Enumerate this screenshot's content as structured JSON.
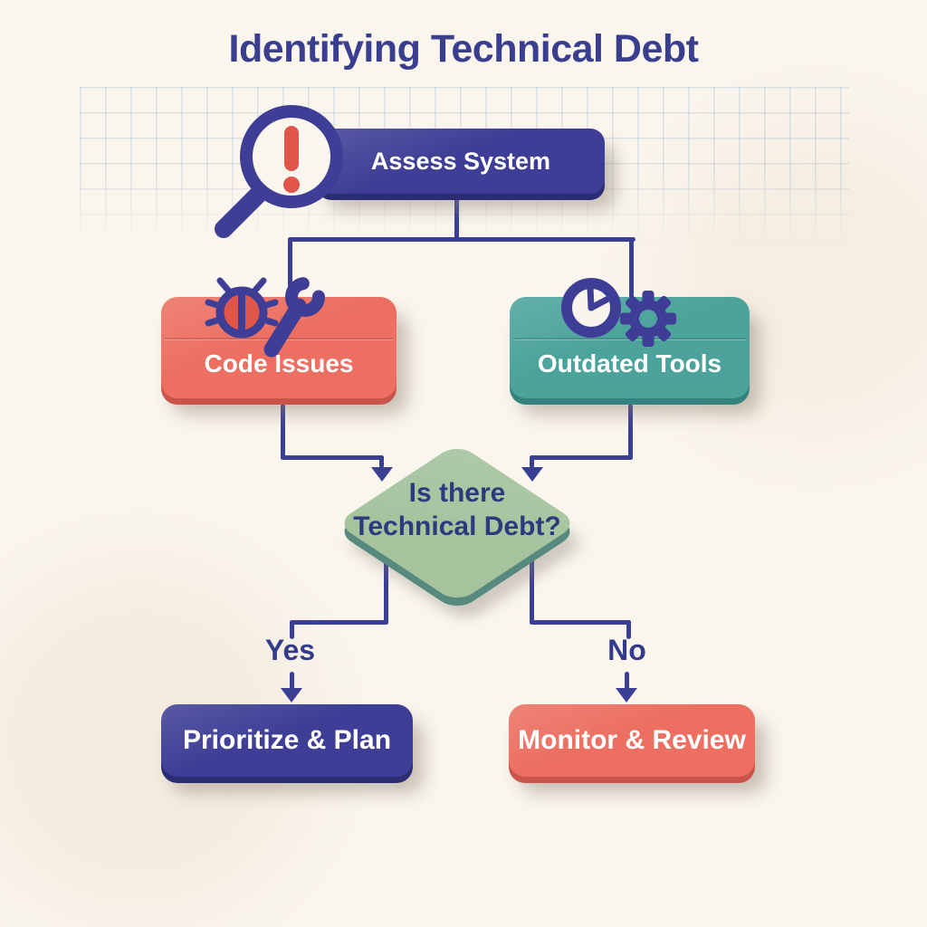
{
  "title": "Identifying Technical Debt",
  "nodes": {
    "assess": {
      "label": "Assess System"
    },
    "code_issues": {
      "label": "Code Issues"
    },
    "outdated_tools": {
      "label": "Outdated Tools"
    },
    "decision": {
      "line1": "Is there",
      "line2": "Technical Debt?"
    },
    "prioritize": {
      "label": "Prioritize & Plan"
    },
    "monitor": {
      "label": "Monitor & Review"
    }
  },
  "edges": {
    "yes": "Yes",
    "no": "No"
  },
  "icons": {
    "assess": "magnifier-alert-icon",
    "code_issues": [
      "bug-icon",
      "wrench-icon"
    ],
    "outdated_tools": [
      "clock-icon",
      "gear-icon"
    ]
  },
  "colors": {
    "background": "#faf5ed",
    "indigo_node": "#3e3e96",
    "coral_node": "#ec6f61",
    "teal_node": "#4ba39c",
    "green_decision": "#a5c49e",
    "decision_rim": "#57897e",
    "connector": "#3a3f94",
    "alert_red": "#e0564a",
    "node_text": "#ffffff",
    "dark_text": "#333c8a",
    "title_text": "#3a3e8e"
  }
}
